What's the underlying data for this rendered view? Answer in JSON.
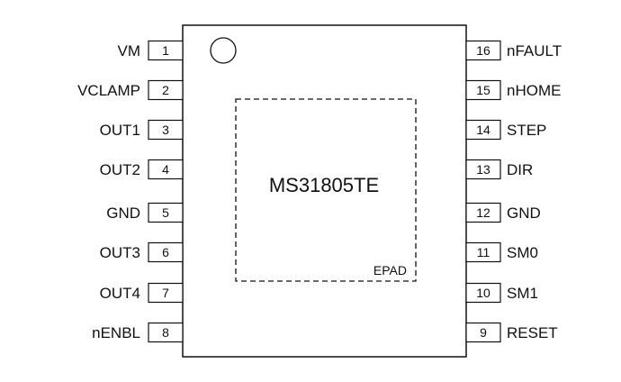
{
  "chip": {
    "part_number": "MS31805TE",
    "epad_label": "EPAD"
  },
  "pins_left": [
    {
      "num": "1",
      "name": "VM"
    },
    {
      "num": "2",
      "name": "VCLAMP"
    },
    {
      "num": "3",
      "name": "OUT1"
    },
    {
      "num": "4",
      "name": "OUT2"
    },
    {
      "num": "5",
      "name": "GND"
    },
    {
      "num": "6",
      "name": "OUT3"
    },
    {
      "num": "7",
      "name": "OUT4"
    },
    {
      "num": "8",
      "name": "nENBL"
    }
  ],
  "pins_right": [
    {
      "num": "16",
      "name": "nFAULT"
    },
    {
      "num": "15",
      "name": "nHOME"
    },
    {
      "num": "14",
      "name": "STEP"
    },
    {
      "num": "13",
      "name": "DIR"
    },
    {
      "num": "12",
      "name": "GND"
    },
    {
      "num": "11",
      "name": "SM0"
    },
    {
      "num": "10",
      "name": "SM1"
    },
    {
      "num": "9",
      "name": "RESET"
    }
  ]
}
